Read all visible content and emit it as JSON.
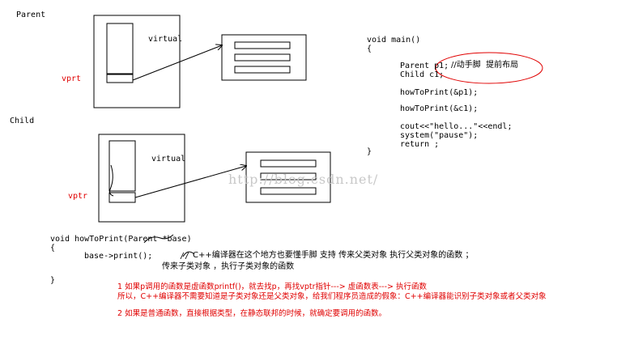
{
  "labels": {
    "parent": "Parent",
    "child": "Child",
    "virtual_parent": "virtual",
    "virtual_child": "virtual",
    "vprt": "vprt",
    "vptr": "vptr"
  },
  "main_code": [
    "void main()",
    "{",
    "Parent p1;",
    "//动手脚  提前布局",
    "Child c1;",
    "howToPrint(&p1);",
    "howToPrint(&c1);",
    "cout<<\"hello...\"<<endl;",
    "system(\"pause\");",
    "return ;",
    "}"
  ],
  "func_code": {
    "signature": "void howToPrint(Parent *base)",
    "open": "{",
    "call": "base->print();",
    "comment_prefix": "//",
    "comment_1": "C++编译器在这个地方也要懂手脚 支持 传来父类对象 执行父类对象的函数 ；",
    "comment_2": "传来子类对象 ，执行子类对象的函数",
    "close": "}"
  },
  "notes": {
    "note1_line1": "1 如果p调用的函数是虚函数printf()，就去找p，再找vptr指针---> 虚函数表---> 执行函数",
    "note1_line2": "所以，C++编译器不需要知道是子类对象还是父类对象，给我们程序员造成的假象：C++编译器能识别子类对象或者父类对象",
    "note2": "2 如果是普通函数，直接根据类型，在静态联邦的时候，就确定要调用的函数。"
  },
  "watermark": "http://blog.csdn.net/",
  "colors": {
    "text": "#000000",
    "accent_red": "#e00000",
    "watermark": "#c8c8c8"
  }
}
